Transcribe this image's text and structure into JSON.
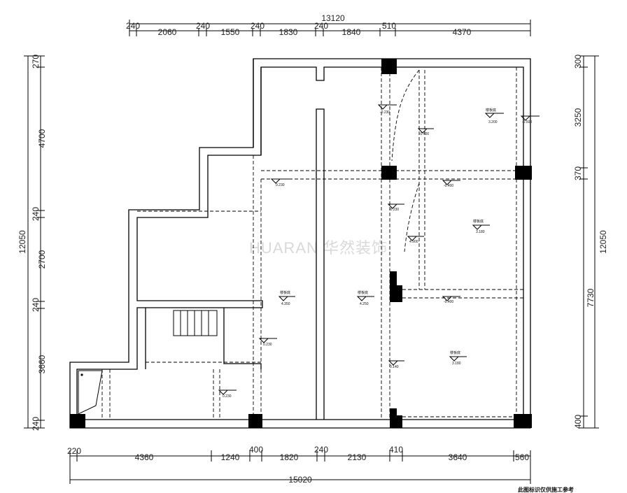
{
  "top_dims": {
    "total": "13120",
    "segments": [
      "240",
      "2060",
      "240",
      "1550",
      "240",
      "1830",
      "240",
      "1840",
      "510",
      "4370"
    ]
  },
  "bottom_dims": {
    "total": "15020",
    "segments": [
      "220",
      "4360",
      "1240",
      "400",
      "1820",
      "240",
      "2130",
      "410",
      "3640",
      "560"
    ]
  },
  "left_dims": {
    "total": "12050",
    "segments": [
      "270",
      "4700",
      "240",
      "2700",
      "240",
      "3660",
      "240"
    ]
  },
  "right_dims": {
    "total": "12050",
    "segments": [
      "300",
      "3250",
      "370",
      "7730",
      "400"
    ]
  },
  "levels": [
    "-0.230",
    "-0.400",
    "-0.500",
    "0.230",
    "-0.230",
    "4.900",
    "-0.400",
    "-0.400",
    "0.230",
    "0.140",
    "0.230"
  ],
  "ceiling_heights": [
    {
      "label": "楼板底",
      "value": "3.200"
    },
    {
      "label": "楼板底",
      "value": "3.180"
    },
    {
      "label": "楼板底",
      "value": "4.350"
    },
    {
      "label": "楼板底",
      "value": "4.250"
    },
    {
      "label": "楼板底",
      "value": "3.180"
    }
  ],
  "watermark": "HUARAN 华然装饰",
  "footnote": "此图标识仅供施工参考"
}
